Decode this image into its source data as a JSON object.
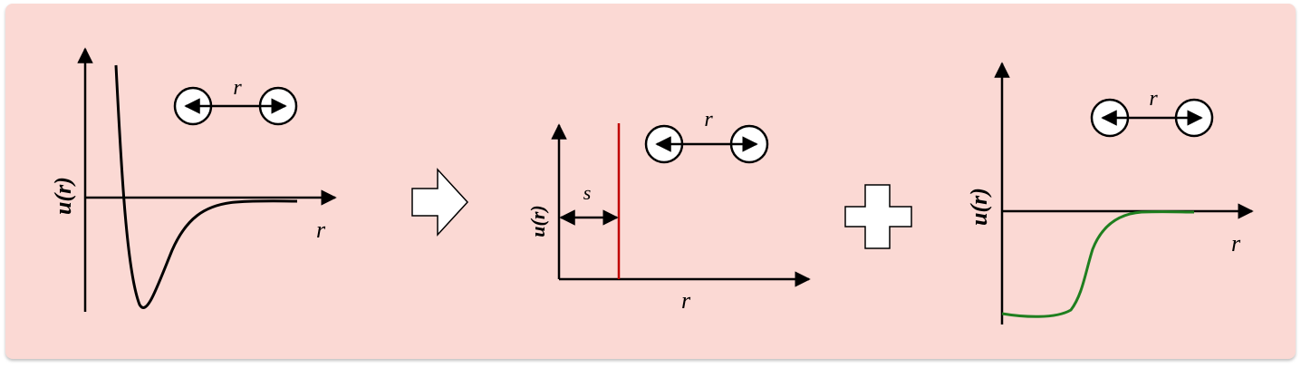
{
  "colors": {
    "panel_bg": "#fbd9d4",
    "axis": "#000000",
    "lj_curve": "#000000",
    "hard_wall": "#c00000",
    "attractive_curve": "#1f7f1f"
  },
  "panels": {
    "lennard_jones": {
      "y_label": "u(r)",
      "x_label": "r",
      "separation_label": "r"
    },
    "hard_sphere": {
      "y_label": "u(r)",
      "x_label": "r",
      "separation_label": "r",
      "diameter_label": "s"
    },
    "attraction": {
      "y_label": "u(r)",
      "x_label": "r",
      "separation_label": "r"
    }
  },
  "operators": [
    {
      "name": "arrow-right-icon"
    },
    {
      "name": "plus-icon"
    }
  ]
}
